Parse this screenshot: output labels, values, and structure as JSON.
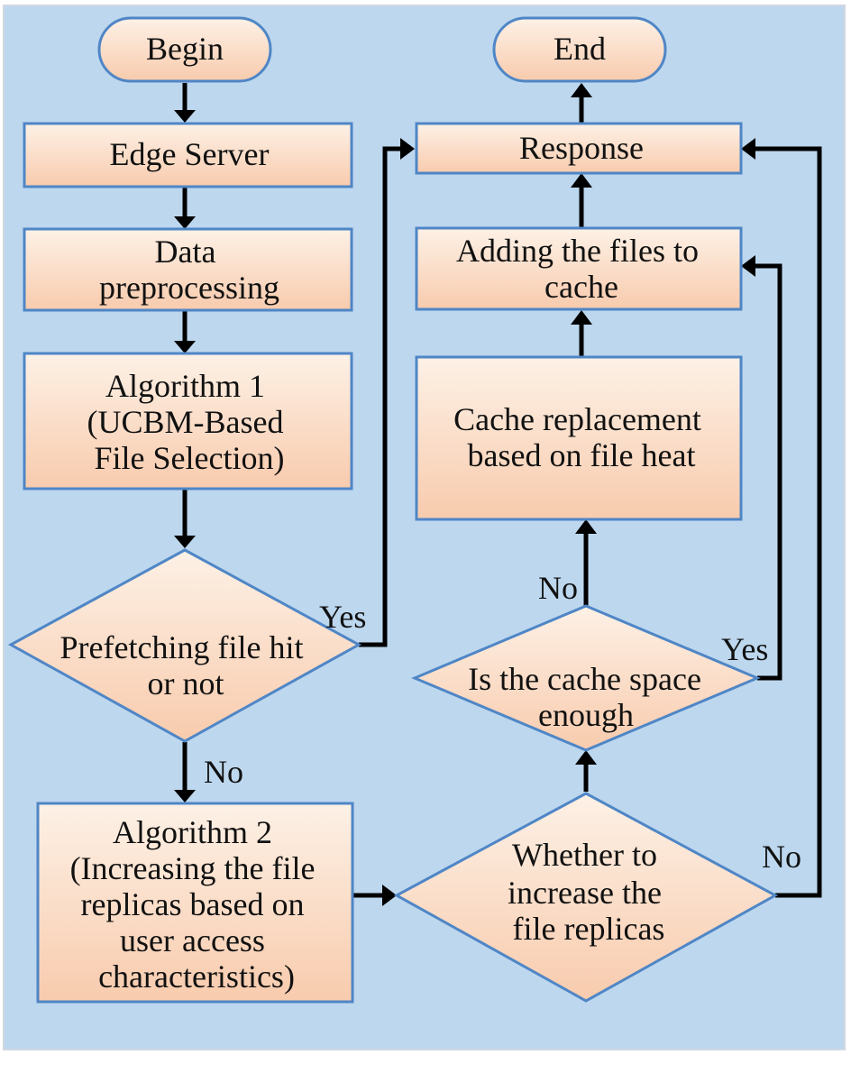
{
  "colors": {
    "background": "#bdd7ee",
    "node_fill_top": "#fdf1e6",
    "node_fill_bottom": "#f8cbad",
    "node_stroke": "#4f86c6",
    "arrow": "#000000"
  },
  "nodes": {
    "begin": {
      "lines": [
        "Begin"
      ]
    },
    "end": {
      "lines": [
        "End"
      ]
    },
    "edge_server": {
      "lines": [
        "Edge Server"
      ]
    },
    "data_preprocessing": {
      "lines": [
        "Data",
        "preprocessing"
      ]
    },
    "algorithm1": {
      "lines": [
        "Algorithm 1",
        "(UCBM-Based",
        "File Selection)"
      ]
    },
    "prefetch_decision": {
      "lines": [
        "Prefetching file hit",
        "or not"
      ]
    },
    "algorithm2": {
      "lines": [
        "Algorithm 2",
        "(Increasing the file",
        "replicas based on",
        "user access",
        "characteristics)"
      ]
    },
    "increase_decision": {
      "lines": [
        "Whether to",
        "increase the",
        "file replicas"
      ]
    },
    "cache_space_decision": {
      "lines": [
        "Is the cache space",
        "enough"
      ]
    },
    "cache_replacement": {
      "lines": [
        "Cache replacement",
        "based on file heat"
      ]
    },
    "adding_files": {
      "lines": [
        "Adding the files to",
        "cache"
      ]
    },
    "response": {
      "lines": [
        "Response"
      ]
    }
  },
  "edge_labels": {
    "prefetch_yes": "Yes",
    "prefetch_no": "No",
    "cache_no": "No",
    "cache_yes": "Yes",
    "increase_no": "No"
  }
}
